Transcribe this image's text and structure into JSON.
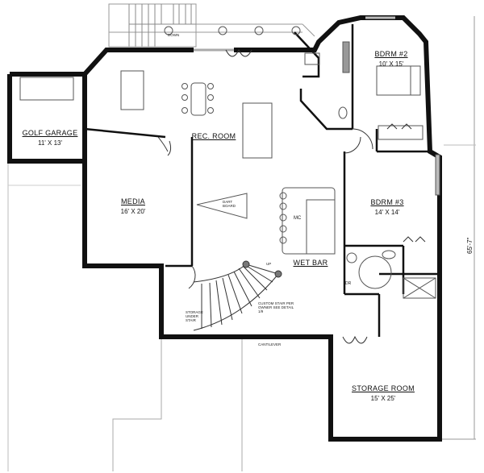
{
  "plan": {
    "rooms": [
      {
        "id": "golf-garage",
        "name": "GOLF GARAGE",
        "dims": "11' X 13'"
      },
      {
        "id": "rec-room",
        "name": "REC. ROOM",
        "dims": ""
      },
      {
        "id": "media",
        "name": "MEDIA",
        "dims": "16' X 20'"
      },
      {
        "id": "bdrm2",
        "name": "BDRM #2",
        "dims": "10' X 15'"
      },
      {
        "id": "bdrm3",
        "name": "BDRM #3",
        "dims": "14' X 14'"
      },
      {
        "id": "wet-bar",
        "name": "WET BAR",
        "dims": ""
      },
      {
        "id": "storage-room",
        "name": "STORAGE ROOM",
        "dims": "15' X 25'"
      }
    ],
    "annotations": {
      "down": "DOWN",
      "dart_board": "DART BOARD",
      "up": "UP",
      "custom_stair": "CUSTOM STAIR PER OWNER SEE DETAIL 1/9",
      "storage_under_stair": "STORAGE UNDER STAIR",
      "cantilever": "CANTILEVER",
      "microwave": "MC",
      "dryer_label": "DR",
      "overall_dim": "65'-7\""
    }
  }
}
